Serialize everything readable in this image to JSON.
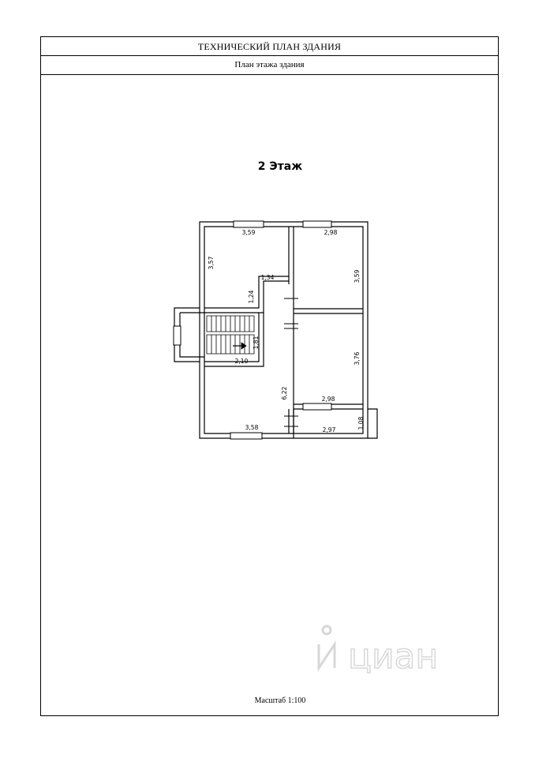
{
  "header": {
    "title": "ТЕХНИЧЕСКИЙ ПЛАН ЗДАНИЯ",
    "subtitle": "План этажа здания"
  },
  "floor_label": "2 Этаж",
  "scale_label": "Масштаб 1:100",
  "watermark": {
    "text": "циан",
    "icon": "cian-logo-icon"
  },
  "dimensions": {
    "room_top_left_width": "3,59",
    "room_top_left_height": "3,57",
    "room_top_right_width": "2,98",
    "room_top_right_height": "3,59",
    "corridor_step_width": "1,34",
    "corridor_step_height": "1,24",
    "stair_width": "2,10",
    "stair_height": "1,81",
    "room_mid_right_height": "3,76",
    "room_mid_right_width": "2,98",
    "hall_height": "6,22",
    "hall_bottom_width": "3,58",
    "balcony_width": "2,97",
    "balcony_height": "1,08"
  }
}
